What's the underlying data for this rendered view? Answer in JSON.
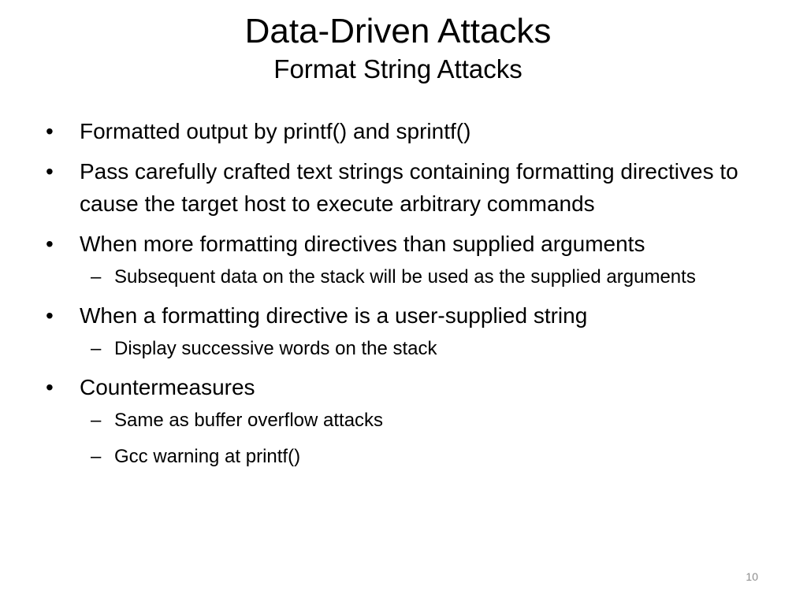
{
  "slide": {
    "title": "Data-Driven Attacks",
    "subtitle": "Format String Attacks",
    "page_number": "10",
    "bullet_marker": "•",
    "sub_marker": "–",
    "bullets": [
      {
        "text": "Formatted output by printf() and sprintf()",
        "sub": []
      },
      {
        "text": "Pass carefully crafted text strings containing formatting directives to cause the target host to execute arbitrary commands",
        "sub": []
      },
      {
        "text": "When more formatting directives than supplied arguments",
        "sub": [
          "Subsequent data on the stack will be used as the supplied arguments"
        ]
      },
      {
        "text": "When a formatting directive is a user-supplied string",
        "sub": [
          "Display successive words on the stack"
        ]
      },
      {
        "text": "Countermeasures",
        "sub": [
          "Same as buffer overflow attacks",
          "Gcc warning at printf()"
        ]
      }
    ]
  }
}
